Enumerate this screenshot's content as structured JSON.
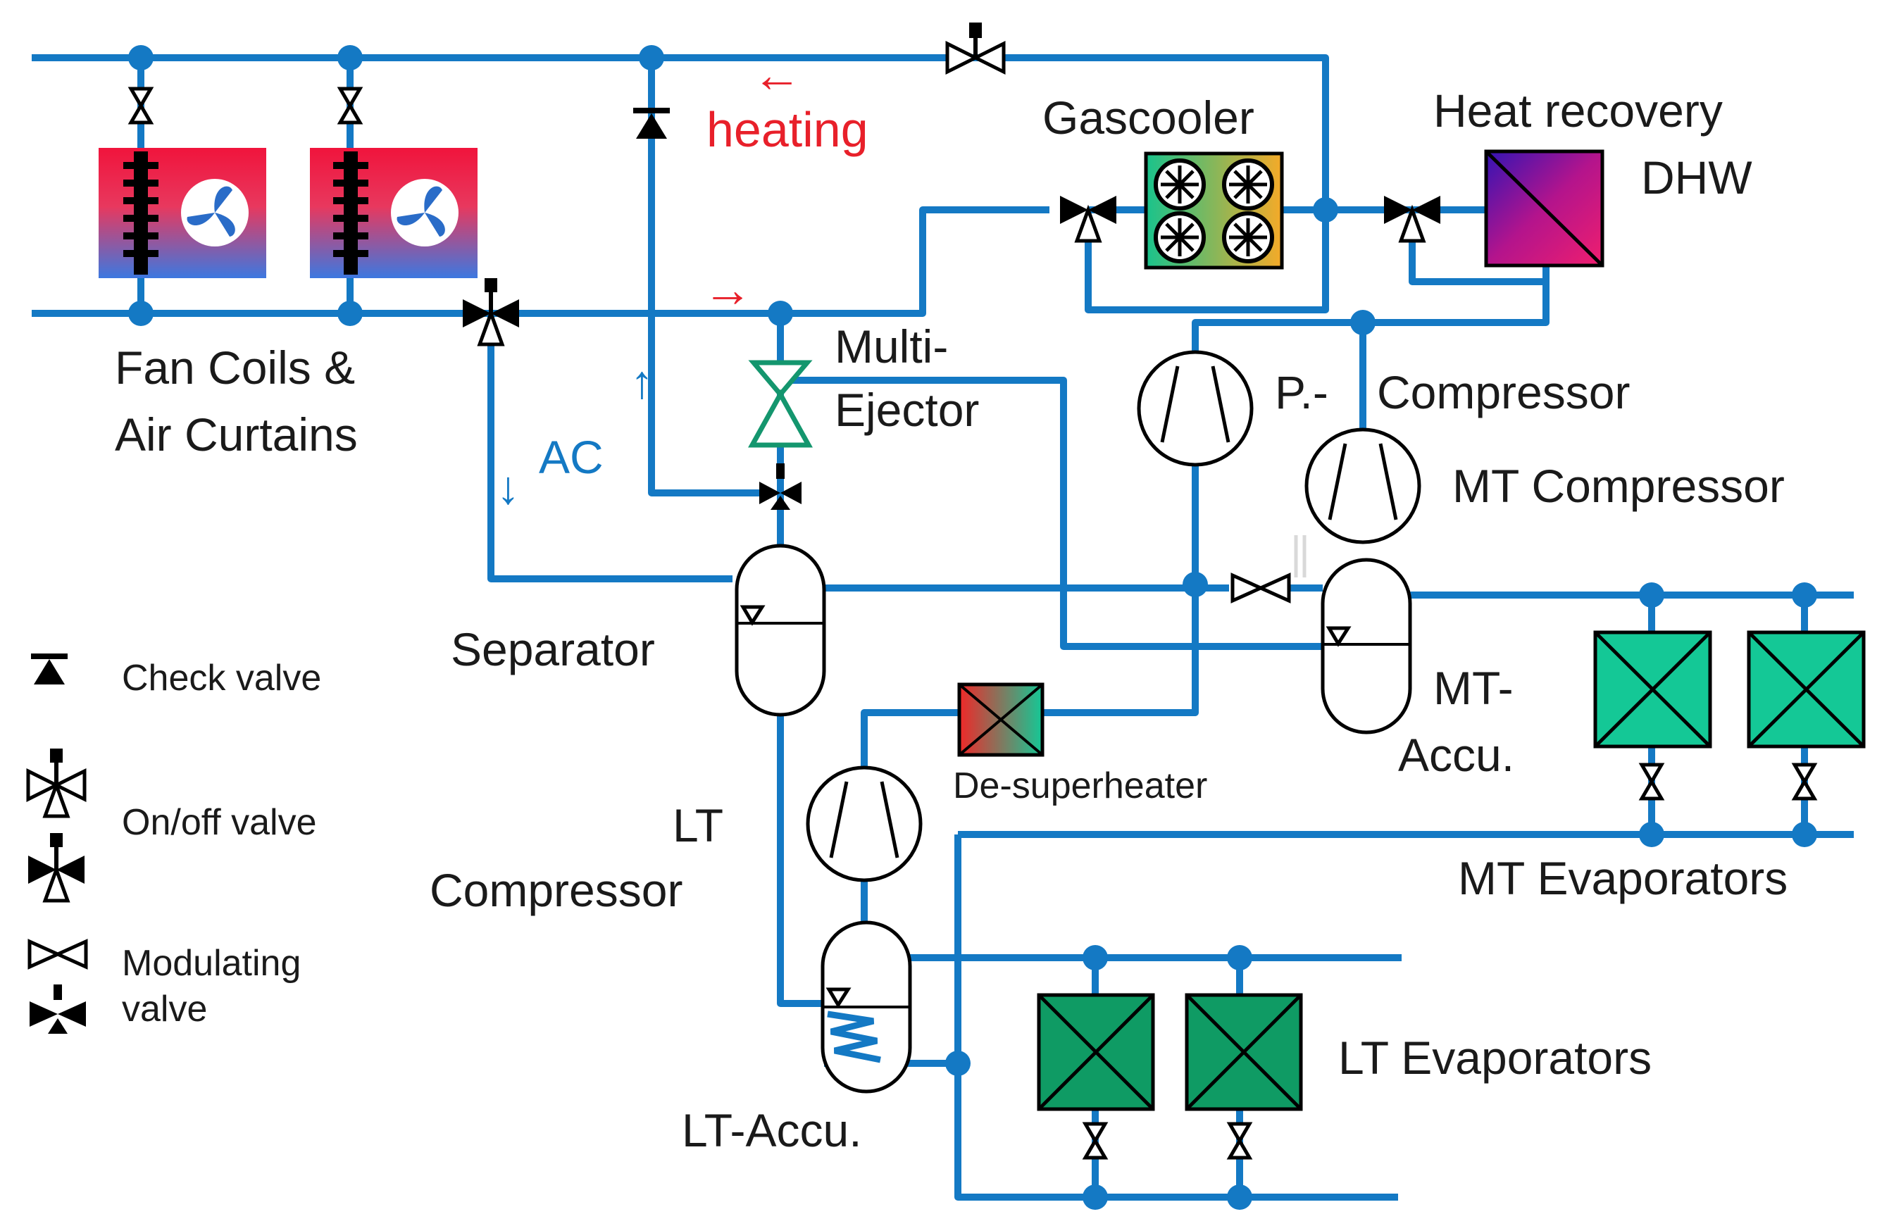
{
  "labels": {
    "heating": "heating",
    "heating_arrow_left": "←",
    "heating_arrow_right": "→",
    "gascooler": "Gascooler",
    "heat_recovery_line1": "Heat recovery",
    "heat_recovery_line2": "DHW",
    "fan_coils_line1": "Fan Coils &",
    "fan_coils_line2": "Air Curtains",
    "multi_ejector_line1": "Multi-",
    "multi_ejector_line2": "Ejector",
    "p_compressor_p": "P.-",
    "p_compressor_word": "Compressor",
    "mt_compressor": "MT Compressor",
    "ac": "AC",
    "ac_arrow_up": "↑",
    "ac_arrow_down": "↓",
    "separator": "Separator",
    "mt_accu_line1": "MT-",
    "mt_accu_line2": "Accu.",
    "de_superheater": "De-superheater",
    "lt_compressor_line1": "LT",
    "lt_compressor_line2": "Compressor",
    "mt_evaporators": "MT Evaporators",
    "lt_evaporators": "LT Evaporators",
    "lt_accu": "LT-Accu."
  },
  "legend": {
    "check_valve": "Check valve",
    "on_off_valve": "On/off valve",
    "modulating_line1": "Modulating",
    "modulating_line2": "valve"
  },
  "colors": {
    "pipe": "#1479c4",
    "heating_text": "#e8202a",
    "fan_coil_top": "#f0143c",
    "fan_coil_bottom": "#3c78e0",
    "gascooler_left": "#19c38c",
    "gascooler_right": "#f5aa28",
    "heat_recovery_from": "#e6148c",
    "heat_recovery_to": "#3214b4",
    "desuperheater_left": "#f02828",
    "desuperheater_right": "#14c896",
    "mt_evaporator": "#14c896",
    "lt_evaporator": "#0f9b64",
    "ejector": "#14966e"
  }
}
